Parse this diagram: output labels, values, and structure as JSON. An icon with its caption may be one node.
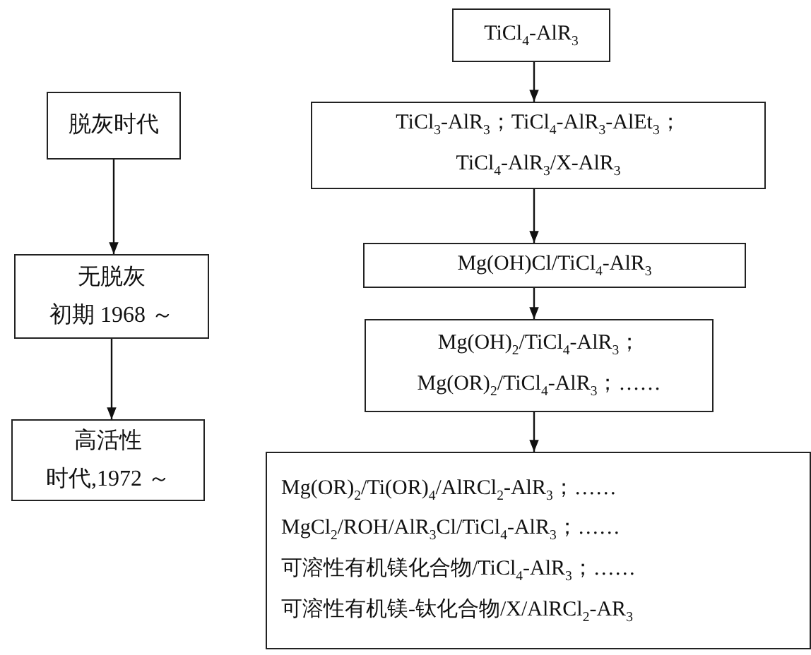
{
  "diagram": {
    "nodes": [
      {
        "text": [
          "脱灰时代"
        ]
      },
      {
        "text": [
          "无脱灰",
          "初期 1968 ～"
        ]
      },
      {
        "text": [
          "高活性",
          "时代,1972 ～"
        ]
      },
      {
        "text": [
          "TiCl$_{4}$-AlR$_{3}$"
        ]
      },
      {
        "text": [
          "TiCl$_{3}$-AlR$_{3}$；TiCl$_{4}$-AlR$_{3}$-AlEt$_{3}$；",
          "TiCl$_{4}$-AlR$_{3}$/X-AlR$_{3}$"
        ]
      },
      {
        "text": [
          "Mg(OH)Cl/TiCl$_{4}$-AlR$_{3}$"
        ]
      },
      {
        "text": [
          "Mg(OH)$_{2}$/TiCl$_{4}$-AlR$_{3}$；",
          "Mg(OR)$_{2}$/TiCl$_{4}$-AlR$_{3}$；……"
        ]
      },
      {
        "text": [
          "Mg(OR)$_{2}$/Ti(OR)$_{4}$/AlRCl$_{2}$-AlR$_{3}$；……",
          "MgCl$_{2}$/ROH/AlR$_{3}$Cl/TiCl$_{4}$-AlR$_{3}$；……",
          "可溶性有机镁化合物/TiCl$_{4}$-AlR$_{3}$；……",
          "可溶性有机镁-钛化合物/X/AlRCl$_{2}$-AR$_{3}$"
        ]
      }
    ],
    "edges": [
      {
        "from": 0,
        "to": 1,
        "arrow": "to"
      },
      {
        "from": 1,
        "to": 2,
        "arrow": "to"
      },
      {
        "from": 3,
        "to": 4,
        "arrow": "to"
      },
      {
        "from": 4,
        "to": 5,
        "arrow": "to"
      },
      {
        "from": 5,
        "to": 6,
        "arrow": "to"
      },
      {
        "from": 6,
        "to": 7,
        "arrow": "to"
      }
    ]
  }
}
